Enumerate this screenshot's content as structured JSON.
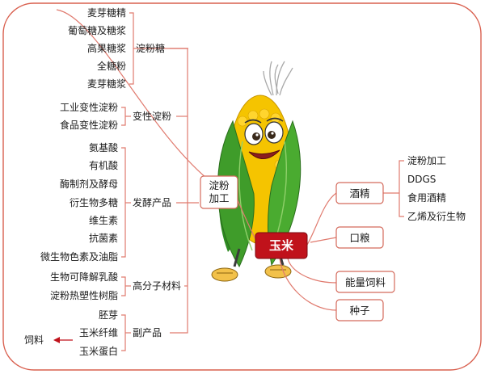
{
  "root": {
    "label": "玉米"
  },
  "starch_processing": {
    "line1": "淀粉",
    "line2": "加工"
  },
  "left_groups": {
    "starch_sugar": {
      "label": "淀粉糖",
      "items": [
        "麦芽糖精",
        "葡萄糖及糖浆",
        "高果糖浆",
        "全糖粉",
        "麦芽糖浆"
      ]
    },
    "modified_starch": {
      "label": "变性淀粉",
      "items": [
        "工业变性淀粉",
        "食品变性淀粉"
      ]
    },
    "fermentation": {
      "label": "发酵产品",
      "items": [
        "氨基酸",
        "有机酸",
        "酶制剂及酵母",
        "衍生物多糖",
        "维生素",
        "抗菌素",
        "微生物色素及油脂"
      ]
    },
    "polymer": {
      "label": "高分子材料",
      "items": [
        "生物可降解乳酸",
        "淀粉热塑性树脂"
      ]
    },
    "byproducts": {
      "label": "副产品",
      "items": [
        "胚芽",
        "玉米纤维",
        "玉米蛋白"
      ]
    }
  },
  "feed_note": {
    "label": "饲料"
  },
  "right_branches": {
    "alcohol": {
      "label": "酒精",
      "items": [
        "淀粉加工",
        "DDGS",
        "食用酒精",
        "乙烯及衍生物"
      ]
    },
    "ration": {
      "label": "口粮"
    },
    "energy_feed": {
      "label": "能量饲料"
    },
    "seed": {
      "label": "种子"
    }
  },
  "colors": {
    "connector": "#e07a6e",
    "frame": "#d9604f",
    "root_fill": "#c0121b",
    "box_border": "#d46a5c",
    "corn_yellow": "#f5c400",
    "husk_green": "#3f9c2a"
  },
  "icons": {
    "mascot": "corn-mascot-icon",
    "arrow": "arrow-left-icon"
  }
}
